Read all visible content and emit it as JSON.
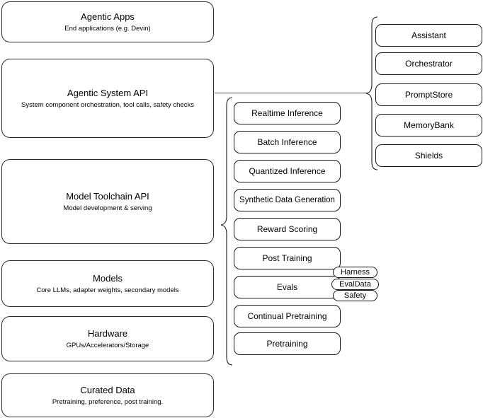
{
  "diagram": {
    "title": "LLM Stack Architecture Diagram",
    "background_color": "#ffffff",
    "stroke_color": "#1a1a1a"
  },
  "stack": {
    "layers": [
      {
        "id": "agentic-apps",
        "title": "Agentic Apps",
        "subtitle": "End applications (e.g. Devin)"
      },
      {
        "id": "agentic-system-api",
        "title": "Agentic System API",
        "subtitle": "System component orchestration, tool calls, safety checks"
      },
      {
        "id": "model-toolchain-api",
        "title": "Model Toolchain API",
        "subtitle": "Model development & serving"
      },
      {
        "id": "models",
        "title": "Models",
        "subtitle": "Core LLMs, adapter weights, secondary models"
      },
      {
        "id": "hardware",
        "title": "Hardware",
        "subtitle": "GPUs/Accelerators/Storage"
      },
      {
        "id": "curated-data",
        "title": "Curated Data",
        "subtitle": "Pretraining, preference, post training."
      }
    ]
  },
  "toolchain_components": {
    "parent": "Model Toolchain API",
    "items": [
      {
        "id": "realtime-inference",
        "label": "Realtime Inference"
      },
      {
        "id": "batch-inference",
        "label": "Batch Inference"
      },
      {
        "id": "quantized-inference",
        "label": "Quantized Inference"
      },
      {
        "id": "synthetic-data-generation",
        "label": "Synthetic Data Generation"
      },
      {
        "id": "reward-scoring",
        "label": "Reward Scoring"
      },
      {
        "id": "post-training",
        "label": "Post Training"
      },
      {
        "id": "evals",
        "label": "Evals"
      },
      {
        "id": "continual-pretraining",
        "label": "Continual Pretraining"
      },
      {
        "id": "pretraining",
        "label": "Pretraining"
      }
    ]
  },
  "evals_tags": [
    {
      "id": "harness",
      "label": "Harness"
    },
    {
      "id": "evaldata",
      "label": "EvalData"
    },
    {
      "id": "safety",
      "label": "Safety"
    }
  ],
  "agentic_components": {
    "parent": "Agentic System API",
    "items": [
      {
        "id": "assistant",
        "label": "Assistant"
      },
      {
        "id": "orchestrator",
        "label": "Orchestrator"
      },
      {
        "id": "promptstore",
        "label": "PromptStore"
      },
      {
        "id": "memorybank",
        "label": "MemoryBank"
      },
      {
        "id": "shields",
        "label": "Shields"
      }
    ]
  }
}
